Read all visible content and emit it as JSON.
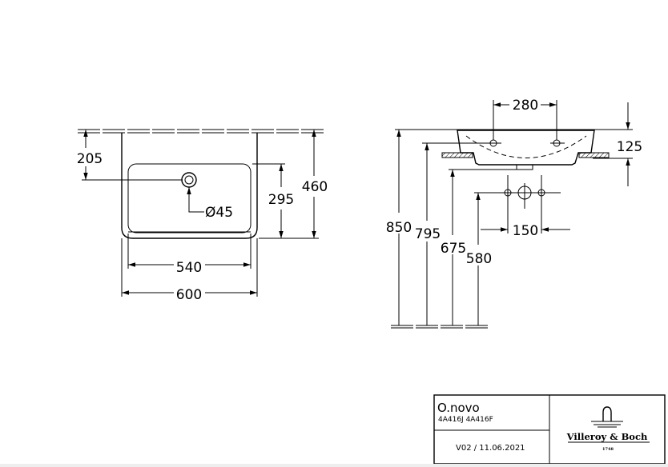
{
  "top_view": {
    "dim_205": "205",
    "dim_295": "295",
    "dim_460": "460",
    "dim_hole": "Ø45",
    "dim_540": "540",
    "dim_600": "600"
  },
  "side_view": {
    "dim_280": "280",
    "dim_125": "125",
    "dim_850": "850",
    "dim_795": "795",
    "dim_675": "675",
    "dim_580": "580",
    "dim_150": "150"
  },
  "title_block": {
    "product": "O.novo",
    "codes": "4A416J  4A416F",
    "version": "V02 / 11.06.2021",
    "brand": "Villeroy & Boch",
    "brand_year": "1748"
  }
}
